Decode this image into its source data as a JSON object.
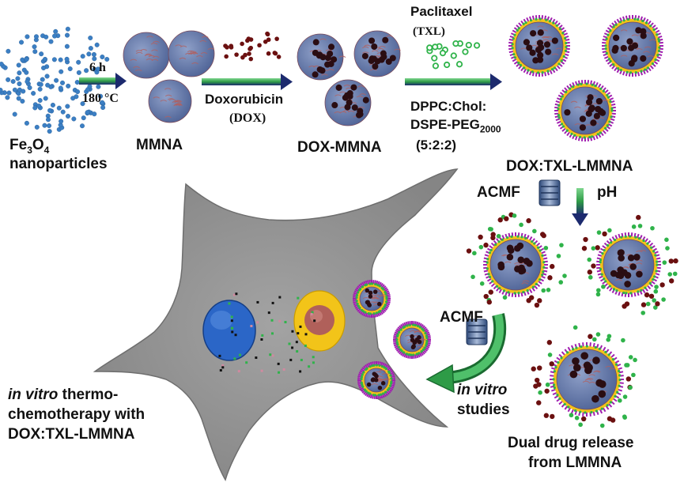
{
  "colors": {
    "particle_blue": "#3b7fc4",
    "dox_red": "#6b1010",
    "txl_green": "#2fb34a",
    "peg_purple": "#a11fb0",
    "lipid_yellow": "#f2c419",
    "arrow_green": "#2e9b47",
    "arrow_navy": "#1c2a6e",
    "cell_gray": "#8d8d8d",
    "nucleus_blue": "#2b66c7"
  },
  "labels": {
    "fe3o4_prefix": "Fe",
    "fe3o4_sub1": "3",
    "fe3o4_mid": "O",
    "fe3o4_sub2": "4",
    "nanoparticles": "nanoparticles",
    "time": "6 h",
    "temperature": "180 °C",
    "mmna": "MMNA",
    "doxorubicin": "Doxorubicin",
    "dox_abbrev": "(DOX)",
    "dox_mmna": "DOX-MMNA",
    "paclitaxel": "Paclitaxel",
    "txl_abbrev": "(TXL)",
    "lipid_line1": "DPPC:Chol:",
    "lipid_line2_prefix": "DSPE-PEG",
    "lipid_line2_sub": "2000",
    "lipid_ratio": "(5:2:2)",
    "dox_txl_lmmna": "DOX:TXL-LMMNA",
    "acmf_top": "ACMF",
    "ph": "pH",
    "acmf_bottom": "ACMF",
    "in_vitro_studies_1": "in vitro",
    "in_vitro_studies_2": "studies",
    "dual_release_1": "Dual drug release",
    "dual_release_2": "from LMMNA",
    "thermo_1_italic": "in vitro",
    "thermo_1_rest": " thermo-",
    "thermo_2": "chemotherapy with",
    "thermo_3": "DOX:TXL-LMMNA"
  },
  "icons": [
    "server-stack-icon"
  ]
}
